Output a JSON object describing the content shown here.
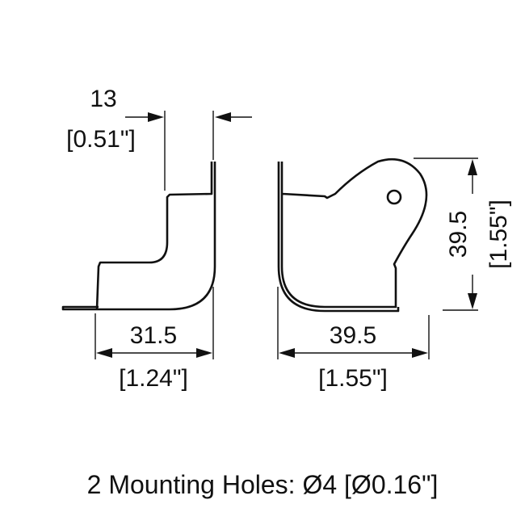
{
  "dimensions": {
    "flange_width": {
      "mm": "13",
      "inch": "[0.51\"]"
    },
    "side_width": {
      "mm": "31.5",
      "inch": "[1.24\"]"
    },
    "front_width": {
      "mm": "39.5",
      "inch": "[1.55\"]"
    },
    "front_height": {
      "mm": "39.5",
      "inch": "[1.55\"]"
    }
  },
  "caption": "2 Mounting Holes: Ø4 [Ø0.16\"]"
}
